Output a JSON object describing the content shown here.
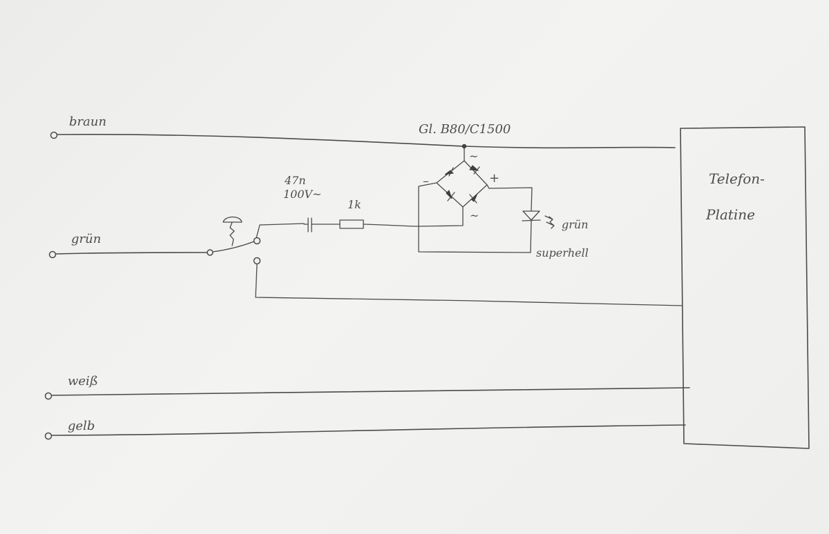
{
  "wires": {
    "braun": "braun",
    "gruen": "grün",
    "weiss": "weiß",
    "gelb": "gelb"
  },
  "rectifier": {
    "label": "Gl. B80/C1500",
    "ac_top": "~",
    "ac_bottom": "~",
    "minus": "–",
    "plus": "+"
  },
  "capacitor": {
    "value": "47n",
    "voltage": "100V~"
  },
  "resistor": {
    "value": "1k"
  },
  "led": {
    "color": "grün",
    "type": "superhell"
  },
  "board": {
    "line1": "Telefon-",
    "line2": "Platine"
  }
}
